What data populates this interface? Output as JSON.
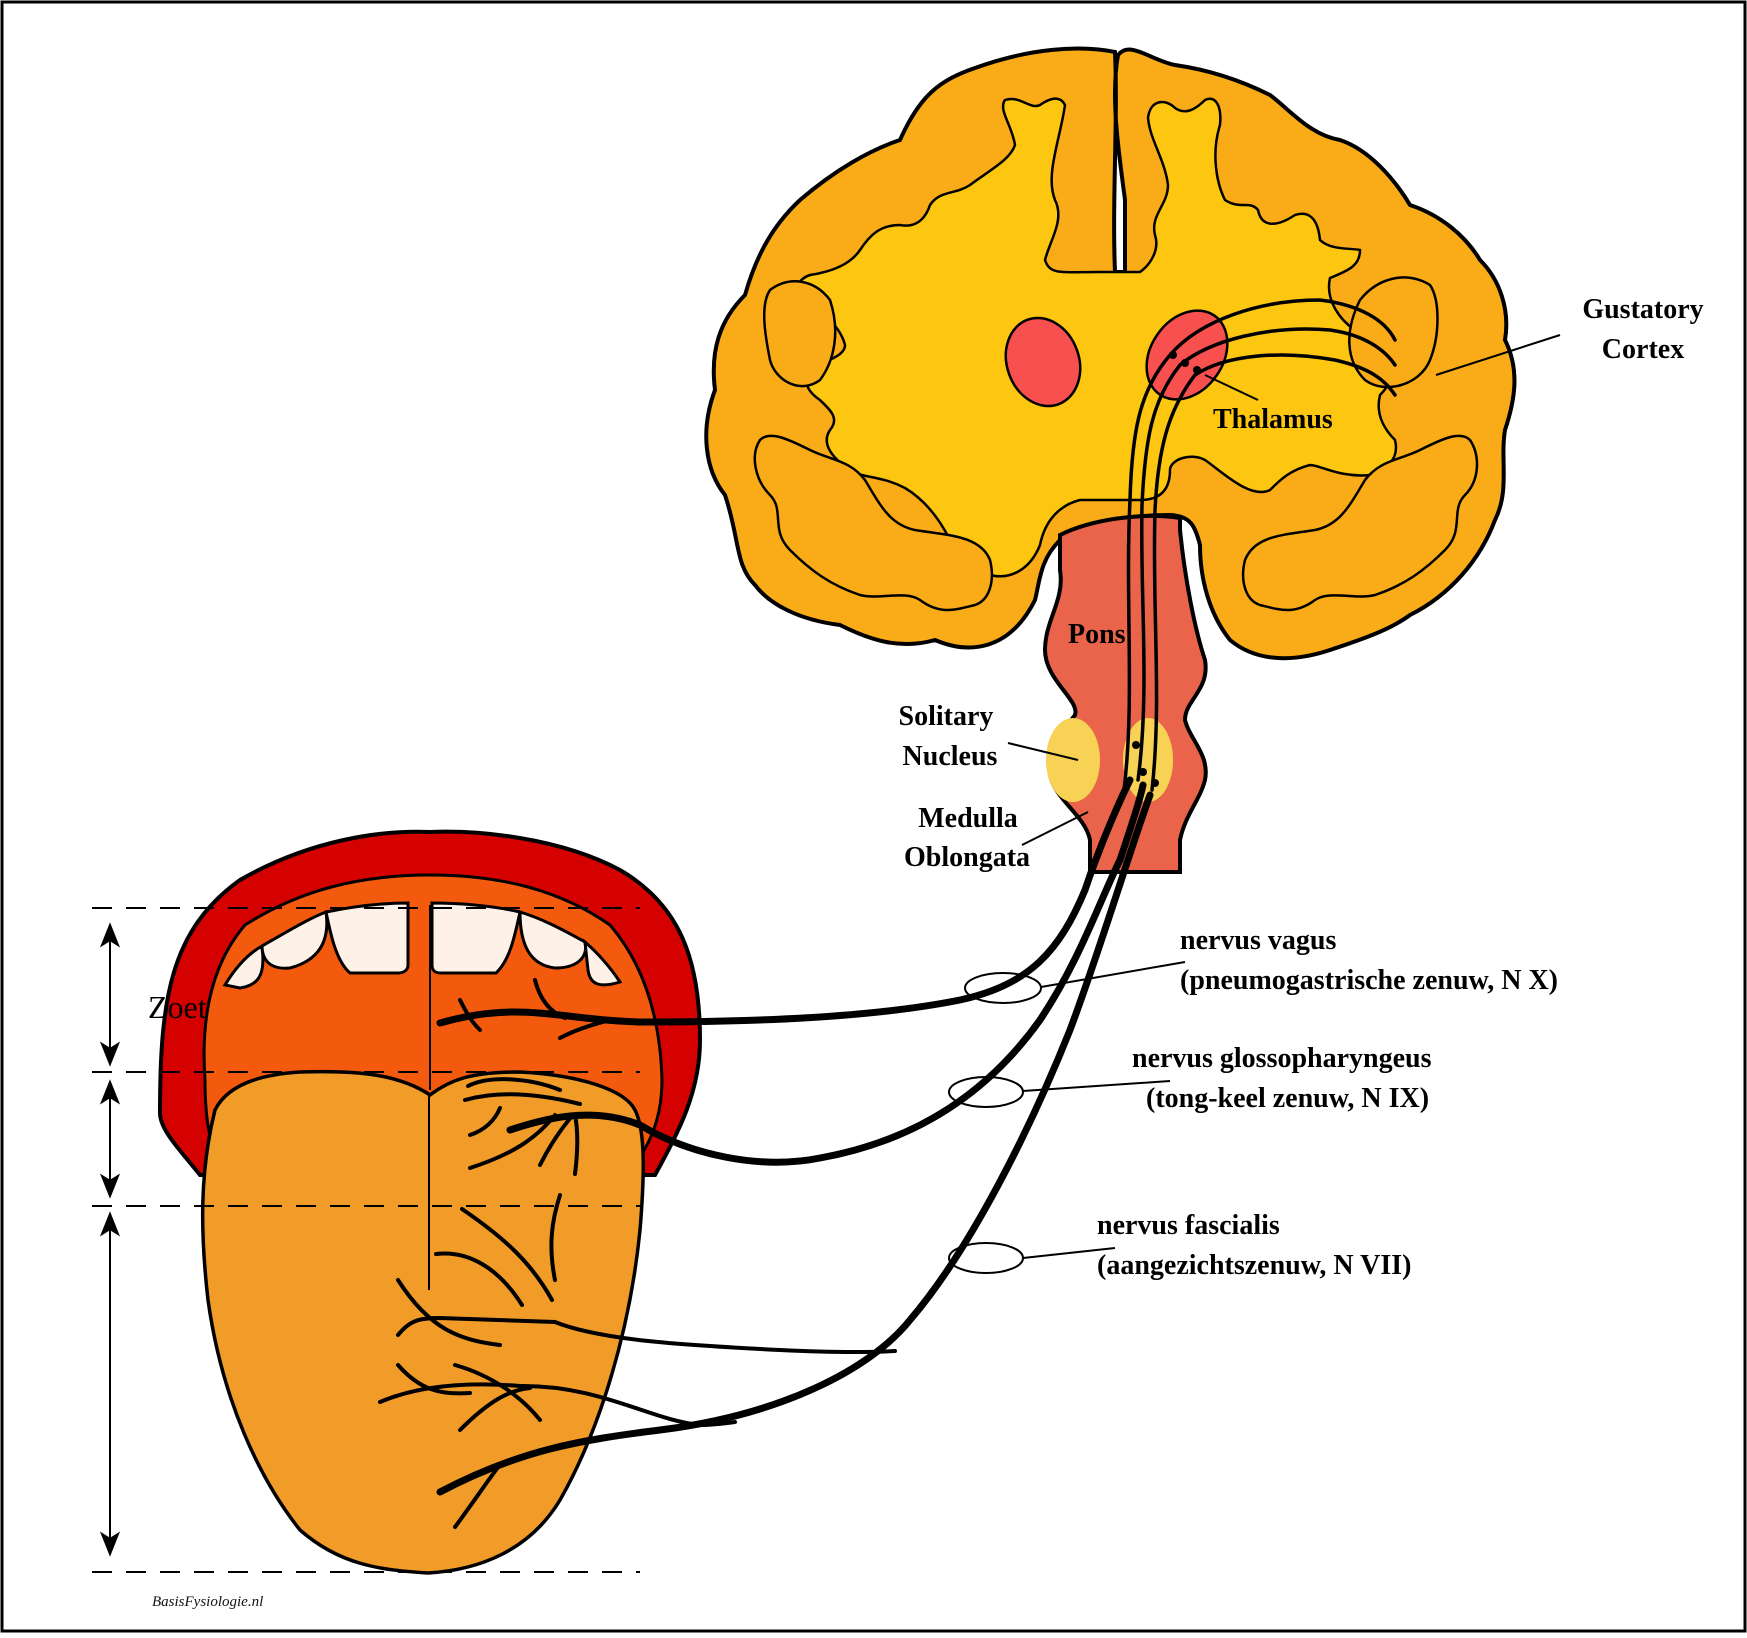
{
  "figure": {
    "title": "Gustatory pathway from tongue to cortex",
    "colors": {
      "cortex_gray": "#F9AC17",
      "white_matter": "#FCC611",
      "thalamus": "#F84F4F",
      "brainstem": "#E9644A",
      "solitary_nucleus": "#F7D254",
      "lips": "#D50000",
      "mouth_interior": "#F45A0E",
      "tongue": "#F19C29",
      "teeth": "#FDF1E8",
      "nerve": "#000000"
    }
  },
  "labels": {
    "gustatory_cortex_line1": "Gustatory",
    "gustatory_cortex_line2": "Cortex",
    "thalamus": "Thalamus",
    "pons": "Pons",
    "solitary_line1": "Solitary",
    "solitary_line2": "Nucleus",
    "medulla_line1": "Medulla",
    "medulla_line2": "Oblongata",
    "vagus_line1": "nervus vagus",
    "vagus_line2": "(pneumogastrische zenuw, N X)",
    "glosso_line1": "nervus glossopharyngeus",
    "glosso_line2": "(tong-keel zenuw, N IX)",
    "facial_line1": "nervus fascialis",
    "facial_line2": "(aangezichtszenuw, N VII)",
    "zoet": "Zoet"
  },
  "credit": "BasisFysiologie.nl"
}
